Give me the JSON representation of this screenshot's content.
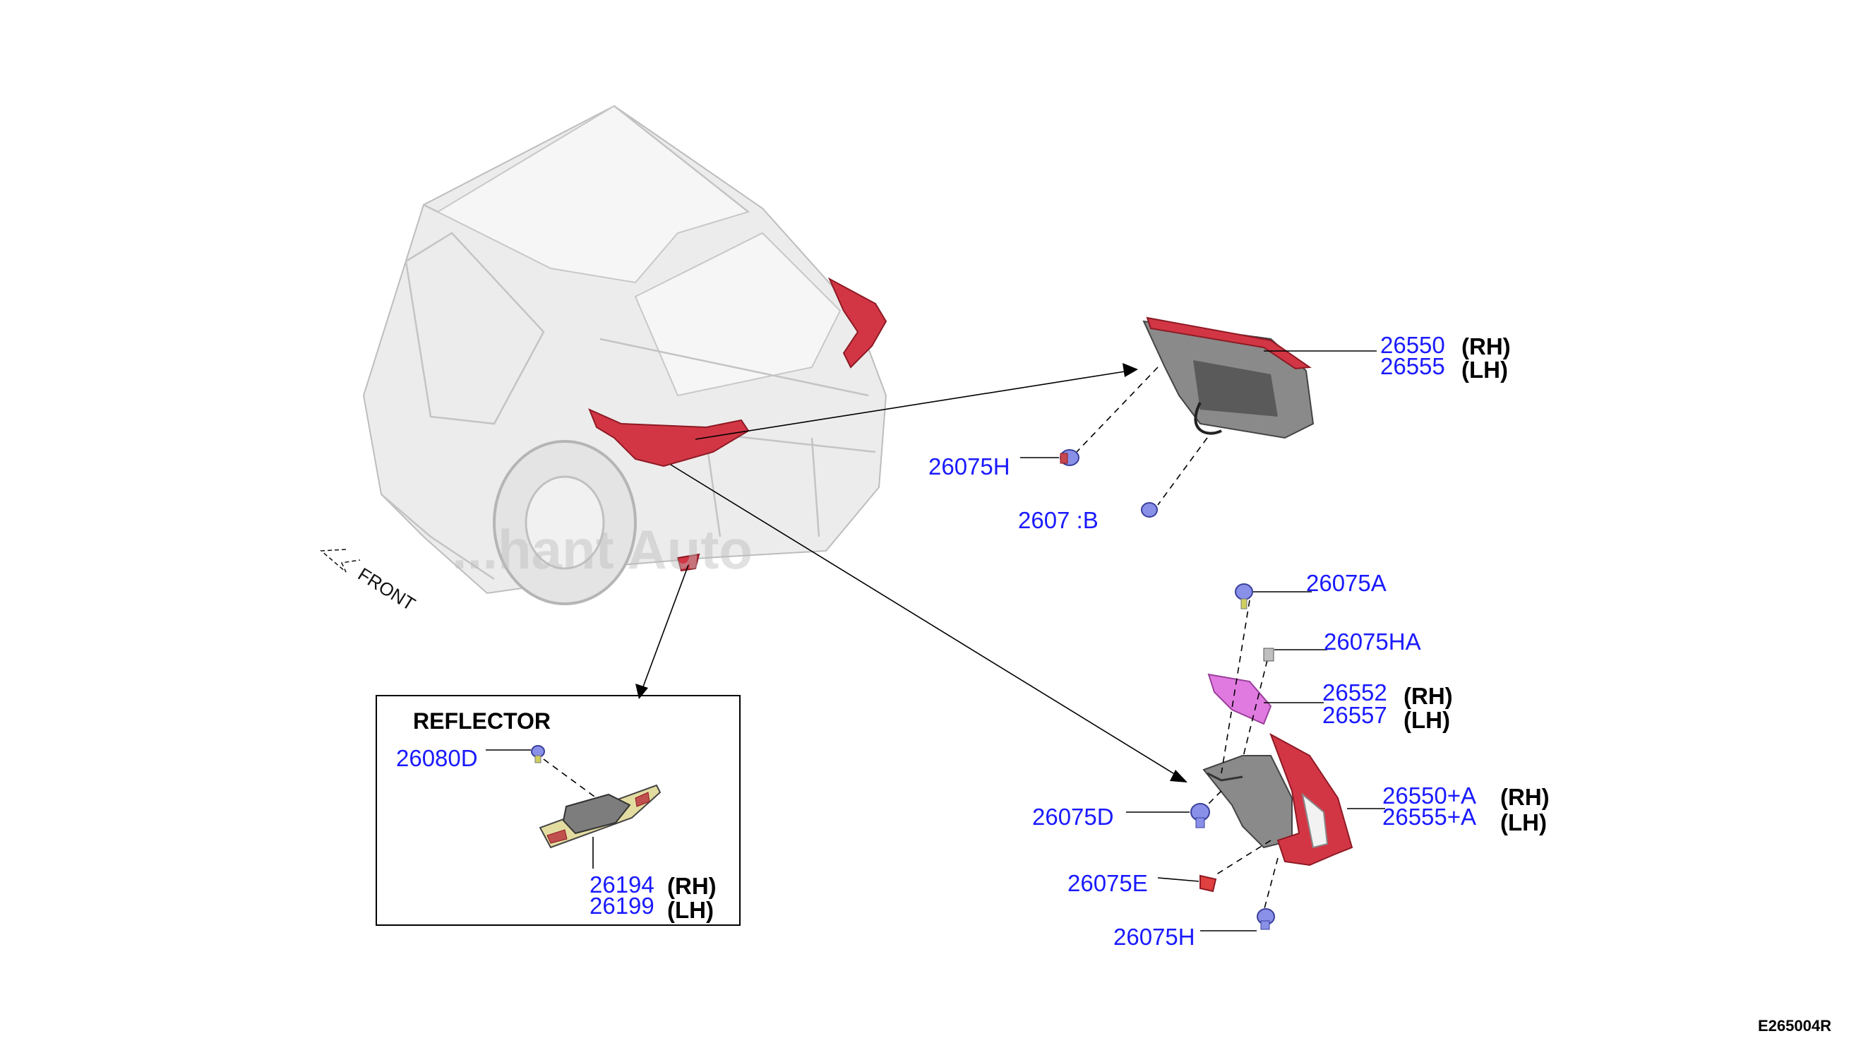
{
  "watermark": "...hant Auto",
  "front_label": "FRONT",
  "diagram_code": "E265004R",
  "reflector_box": {
    "title": "REFLECTOR"
  },
  "callouts": {
    "p26550": "26550",
    "p26555": "26555",
    "p26550_rh": "(RH)",
    "p26555_lh": "(LH)",
    "p26075H_top": "26075H",
    "p26075B": "2607 :B",
    "p26075A": "26075A",
    "p26075HA": "26075HA",
    "p26552": "26552",
    "p26557": "26557",
    "p26552_rh": "(RH)",
    "p26557_lh": "(LH)",
    "p26550A": "26550+A",
    "p26555A": "26555+A",
    "p26550A_rh": "(RH)",
    "p26555A_lh": "(LH)",
    "p26075D": "26075D",
    "p26075E": "26075E",
    "p26075H_bottom": "26075H",
    "p26080D": "26080D",
    "p26194": "26194",
    "p26199": "26199",
    "p26194_rh": "(RH)",
    "p26199_lh": "(LH)"
  },
  "colors": {
    "part_number": "#1a1aff",
    "lamp_red": "#d23645",
    "gasket_pink": "#e07ae0",
    "clip_blue": "#8890e8"
  }
}
